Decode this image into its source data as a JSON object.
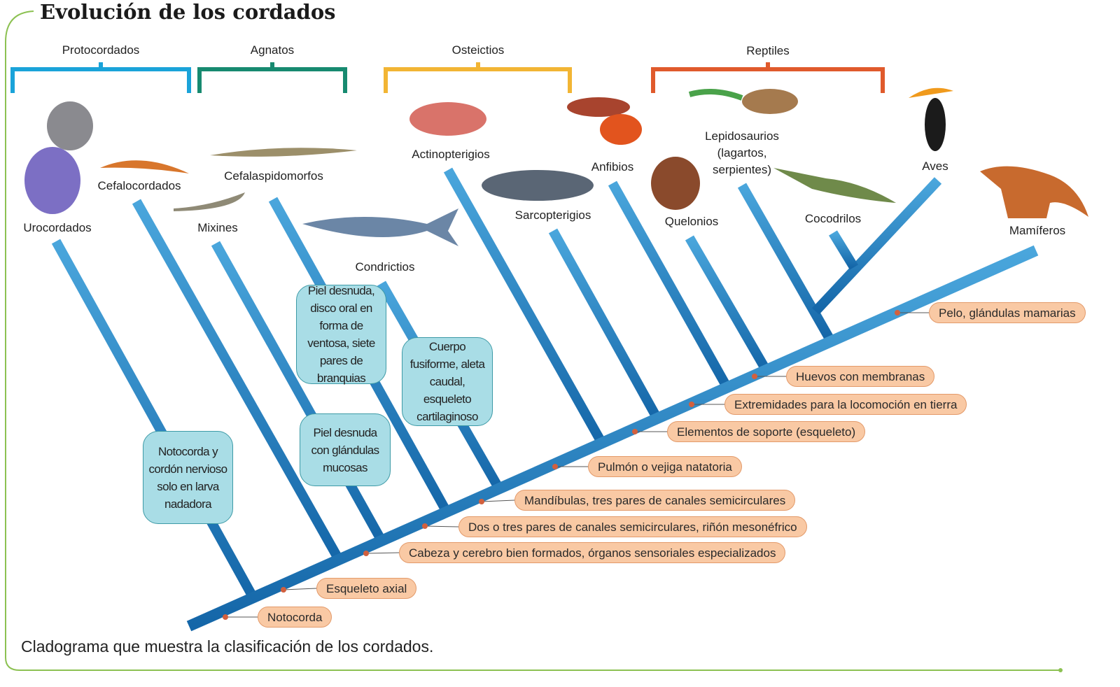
{
  "title": "Evolución de los cordados",
  "groups": {
    "protocordados": "Protocordados",
    "agnatos": "Agnatos",
    "osteictios": "Osteictios",
    "reptiles": "Reptiles"
  },
  "taxa": {
    "urocordados": "Urocordados",
    "cefalocordados": "Cefalocordados",
    "mixines": "Mixines",
    "cefalaspidomorfos": "Cefalaspidomorfos",
    "condrictios": "Condrictios",
    "actinopterigios": "Actinopterigios",
    "sarcopterigios": "Sarcopterigios",
    "anfibios": "Anfibios",
    "quelonios": "Quelonios",
    "lepidosaurios": "Lepidosaurios (lagartos, serpientes)",
    "cocodrilos": "Cocodrilos",
    "aves": "Aves",
    "mamiferos": "Mamíferos"
  },
  "characters": [
    "Notocorda",
    "Esqueleto axial",
    "Cabeza y cerebro bien formados, órganos sensoriales especializados",
    "Dos o tres pares de canales semicirculares, riñón mesonéfrico",
    "Mandíbulas, tres pares de canales semicirculares",
    "Pulmón o vejiga natatoria",
    "Elementos de soporte (esqueleto)",
    "Extremidades para la locomoción en tierra",
    "Huevos con membranas",
    "Pelo, glándulas mamarias"
  ],
  "notes": {
    "urocordados": "Notocorda y cordón nervioso solo en larva nadadora",
    "mixines": "Piel desnuda con glándulas mucosas",
    "cefalaspidomorfos": "Piel desnuda, disco oral en forma de ventosa, siete pares de branquias",
    "condrictios": "Cuerpo fusiforme, aleta caudal, esqueleto cartilaginoso"
  },
  "caption": "Cladograma que muestra la clasificación de los cordados.",
  "colors": {
    "branch": "#1f86c6",
    "protocordados": "#1aa3d9",
    "agnatos": "#178a70",
    "osteictios": "#f2b534",
    "reptiles": "#e05a2c",
    "pill": "#f9c9a4",
    "note": "#a9dde6",
    "frame": "#8cc152"
  }
}
